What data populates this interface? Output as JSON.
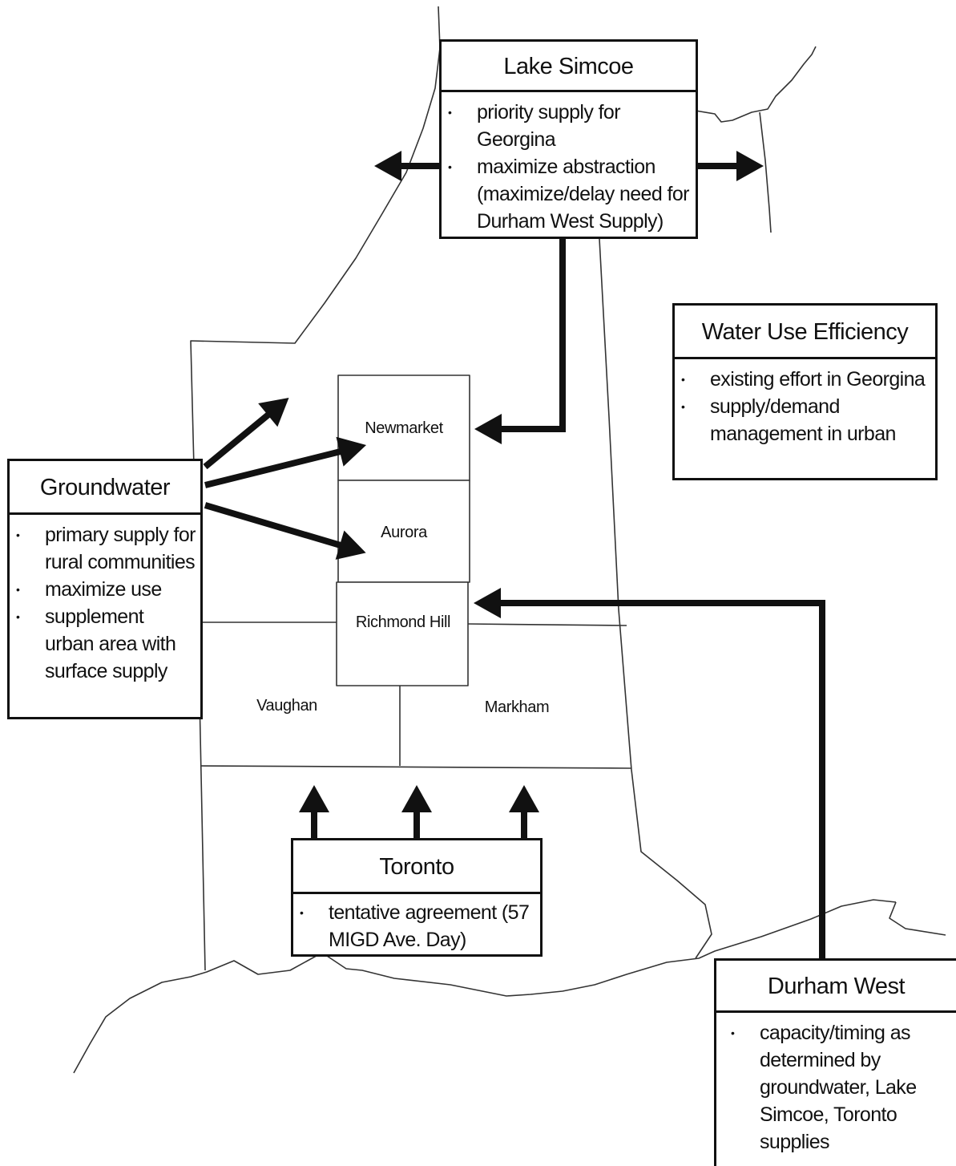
{
  "boxes": {
    "lake_simcoe": {
      "title": "Lake Simcoe",
      "items": [
        "priority supply for Georgina",
        "maximize abstraction (maximize/delay need for Durham West Supply)"
      ]
    },
    "water_use_efficiency": {
      "title": "Water Use Efficiency",
      "items": [
        "existing effort in Georgina",
        "supply/demand management in urban"
      ]
    },
    "groundwater": {
      "title": "Groundwater",
      "items": [
        "primary supply for rural communities",
        "maximize use",
        "supplement urban area with surface supply"
      ]
    },
    "toronto": {
      "title": "Toronto",
      "items": [
        "tentative agreement (57 MIGD Ave. Day)"
      ]
    },
    "durham_west": {
      "title": "Durham West",
      "items": [
        "capacity/timing as determined by groundwater, Lake Simcoe, Toronto supplies"
      ]
    }
  },
  "municipalities": {
    "newmarket": "Newmarket",
    "aurora": "Aurora",
    "richmond_hill": "Richmond Hill",
    "vaughan": "Vaughan",
    "markham": "Markham"
  },
  "bullet_symbol": "•",
  "colors": {
    "ink": "#111111",
    "map_line": "#333333",
    "background": "#ffffff"
  }
}
